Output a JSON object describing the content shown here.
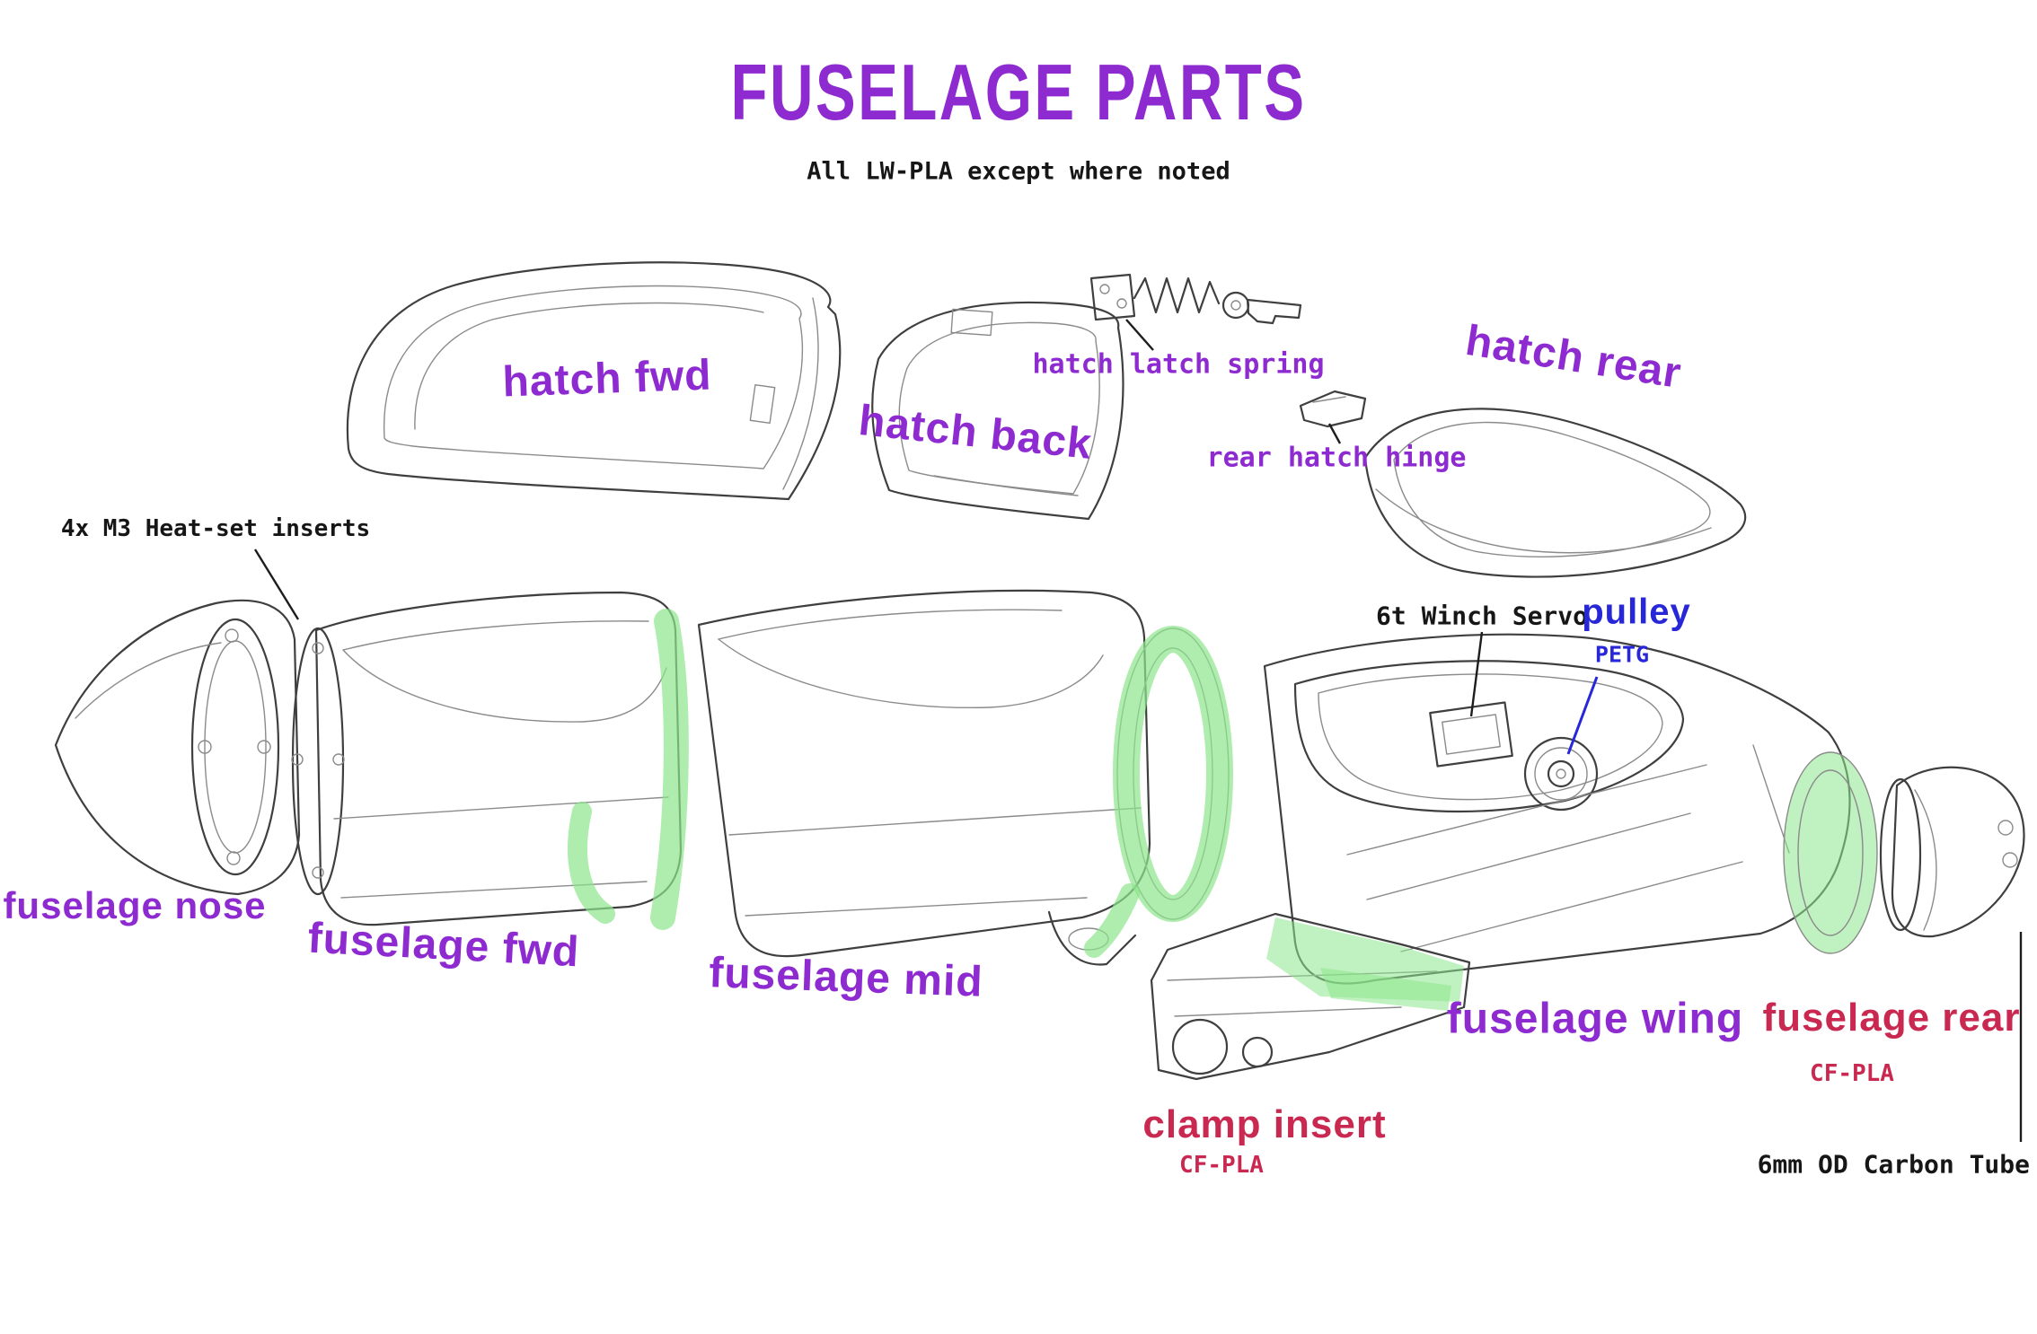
{
  "title": "FUSELAGE PARTS",
  "subtitle": "All LW-PLA except where noted",
  "colors": {
    "purple": "#8e2bd0",
    "blue": "#2727d8",
    "red": "#c92950",
    "ink": "#161616",
    "line": "#3f3f3f",
    "highlight": "#8ce68c"
  },
  "labels": {
    "hatch_fwd": "hatch fwd",
    "hatch_back": "hatch back",
    "hatch_latch_spring": "hatch latch spring",
    "hatch_rear": "hatch rear",
    "rear_hatch_hinge": "rear hatch hinge",
    "heat_set_inserts": "4x M3 Heat-set inserts",
    "winch_servo": "6t Winch Servo",
    "pulley": "pulley",
    "pulley_material": "PETG",
    "fuselage_nose": "fuselage nose",
    "fuselage_fwd": "fuselage fwd",
    "fuselage_mid": "fuselage mid",
    "fuselage_wing": "fuselage wing",
    "fuselage_rear": "fuselage rear",
    "fuselage_rear_material": "CF-PLA",
    "clamp_insert": "clamp insert",
    "clamp_insert_material": "CF-PLA",
    "carbon_tube": "6mm OD Carbon Tube"
  }
}
